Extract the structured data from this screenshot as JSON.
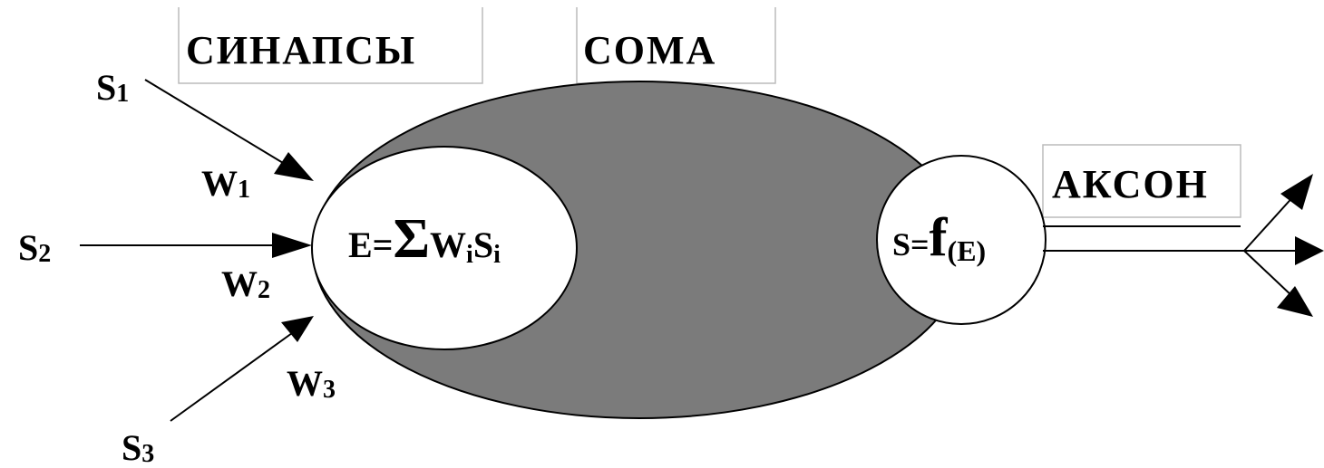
{
  "labels": {
    "synapses": "СИНАПСЫ",
    "soma": "СОМА",
    "axon": "АКСОН"
  },
  "inputs": [
    {
      "name": "S",
      "index": "1",
      "weight_name": "W",
      "weight_index": "1"
    },
    {
      "name": "S",
      "index": "2",
      "weight_name": "W",
      "weight_index": "2"
    },
    {
      "name": "S",
      "index": "3",
      "weight_name": "W",
      "weight_index": "3"
    }
  ],
  "formulas": {
    "summation": {
      "lhs": "E=",
      "sigma": "Σ",
      "w": "W",
      "w_index": "i",
      "s": "S",
      "s_index": "i"
    },
    "activation": {
      "lhs": "S=",
      "f": "f",
      "arg": "(E)"
    }
  },
  "colors": {
    "soma_fill": "#7b7b7b",
    "outline": "#000000",
    "label_frame": "#bbbbbb",
    "background": "#ffffff"
  }
}
